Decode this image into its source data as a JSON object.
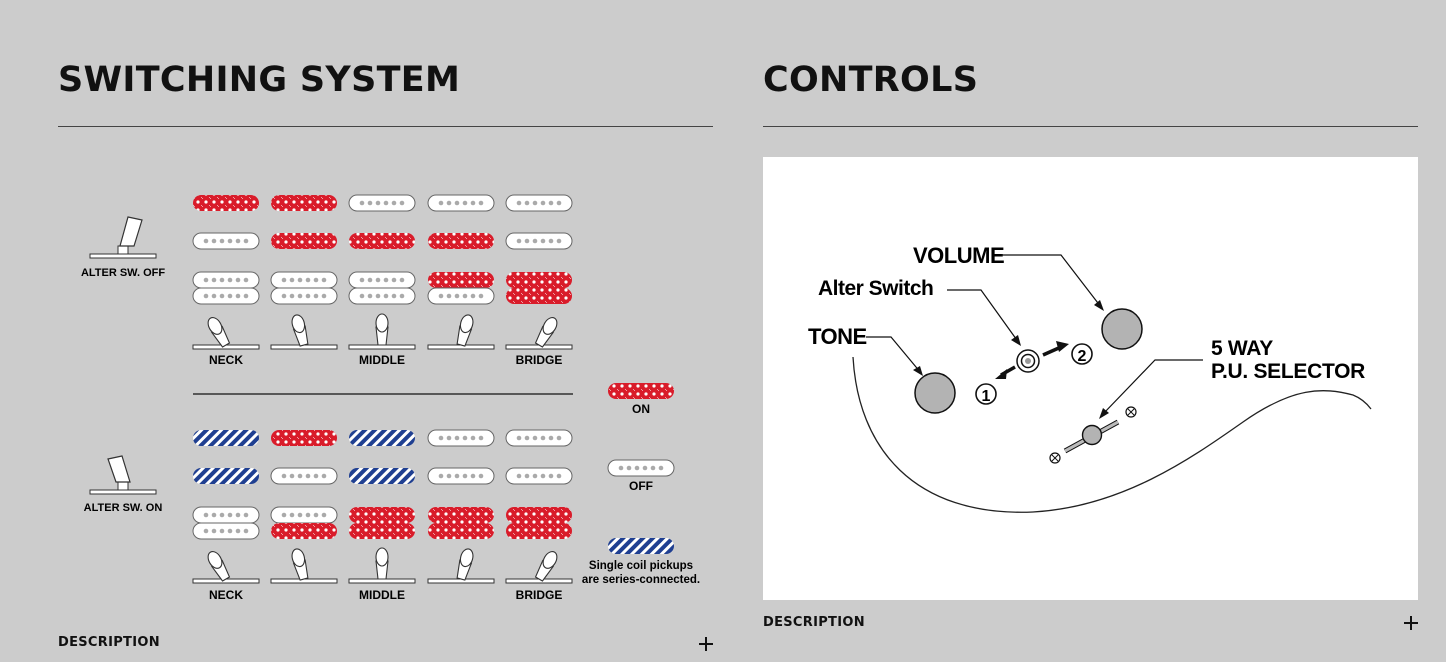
{
  "switching": {
    "title": "SWITCHING SYSTEM",
    "description_label": "DESCRIPTION",
    "alter_off_label": "ALTER SW. OFF",
    "alter_on_label": "ALTER SW. ON",
    "positions": [
      "NECK",
      "",
      "MIDDLE",
      "",
      "BRIDGE"
    ],
    "legend": {
      "on": "ON",
      "off": "OFF",
      "series_line1": "Single coil pickups",
      "series_line2": "are series-connected."
    },
    "grid_off": [
      [
        "on",
        "on",
        "off",
        "off",
        "off"
      ],
      [
        "off",
        "on",
        "on",
        "on",
        "off"
      ],
      [
        "off/off",
        "off/off",
        "off/off",
        "on/off",
        "on/on"
      ]
    ],
    "grid_on": [
      [
        "series",
        "on",
        "series",
        "off",
        "off"
      ],
      [
        "series",
        "off",
        "series",
        "off",
        "off"
      ],
      [
        "off/off",
        "off/on",
        "on/on",
        "on/on",
        "on/on"
      ]
    ]
  },
  "controls": {
    "title": "CONTROLS",
    "description_label": "DESCRIPTION",
    "labels": {
      "volume": "VOLUME",
      "alter_switch": "Alter Switch",
      "tone": "TONE",
      "selector_line1": "5 WAY",
      "selector_line2": "P.U. SELECTOR",
      "pos1": "1",
      "pos2": "2"
    }
  },
  "colors": {
    "page_bg": "#cccccc",
    "pickup_on": "#d91c2a",
    "pickup_series": "#1f3f91",
    "pickup_off": "#ffffff"
  }
}
